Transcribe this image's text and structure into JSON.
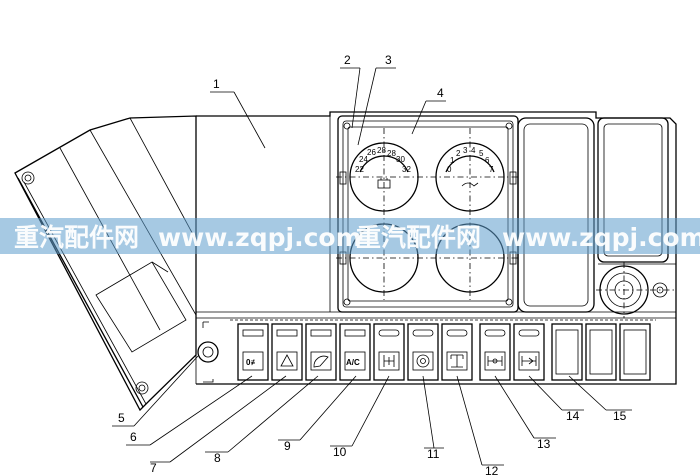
{
  "callouts": [
    "1",
    "2",
    "3",
    "4",
    "5",
    "6",
    "7",
    "8",
    "9",
    "10",
    "11",
    "12",
    "13",
    "14",
    "15"
  ],
  "gauge_left": {
    "ticks": [
      "22",
      "24",
      "26",
      "28",
      "28",
      "30",
      "32"
    ]
  },
  "gauge_right": {
    "ticks": [
      "0",
      "1",
      "2",
      "3",
      "4",
      "5",
      "6",
      "7"
    ]
  },
  "switch_labels": {
    "ac": "A/C"
  },
  "watermark": {
    "left": "重汽配件网",
    "middle": "www.zqpj.com",
    "center": "重汽配件网",
    "right": "www.zqpj.com"
  },
  "icons": [
    "fog-light-icon",
    "hazard-triangle-icon",
    "wiper-icon",
    "ac-icon",
    "axle-lock-icon",
    "gear-icon",
    "cross-diff-icon",
    "axle-diff-icon",
    "inter-axle-icon"
  ]
}
